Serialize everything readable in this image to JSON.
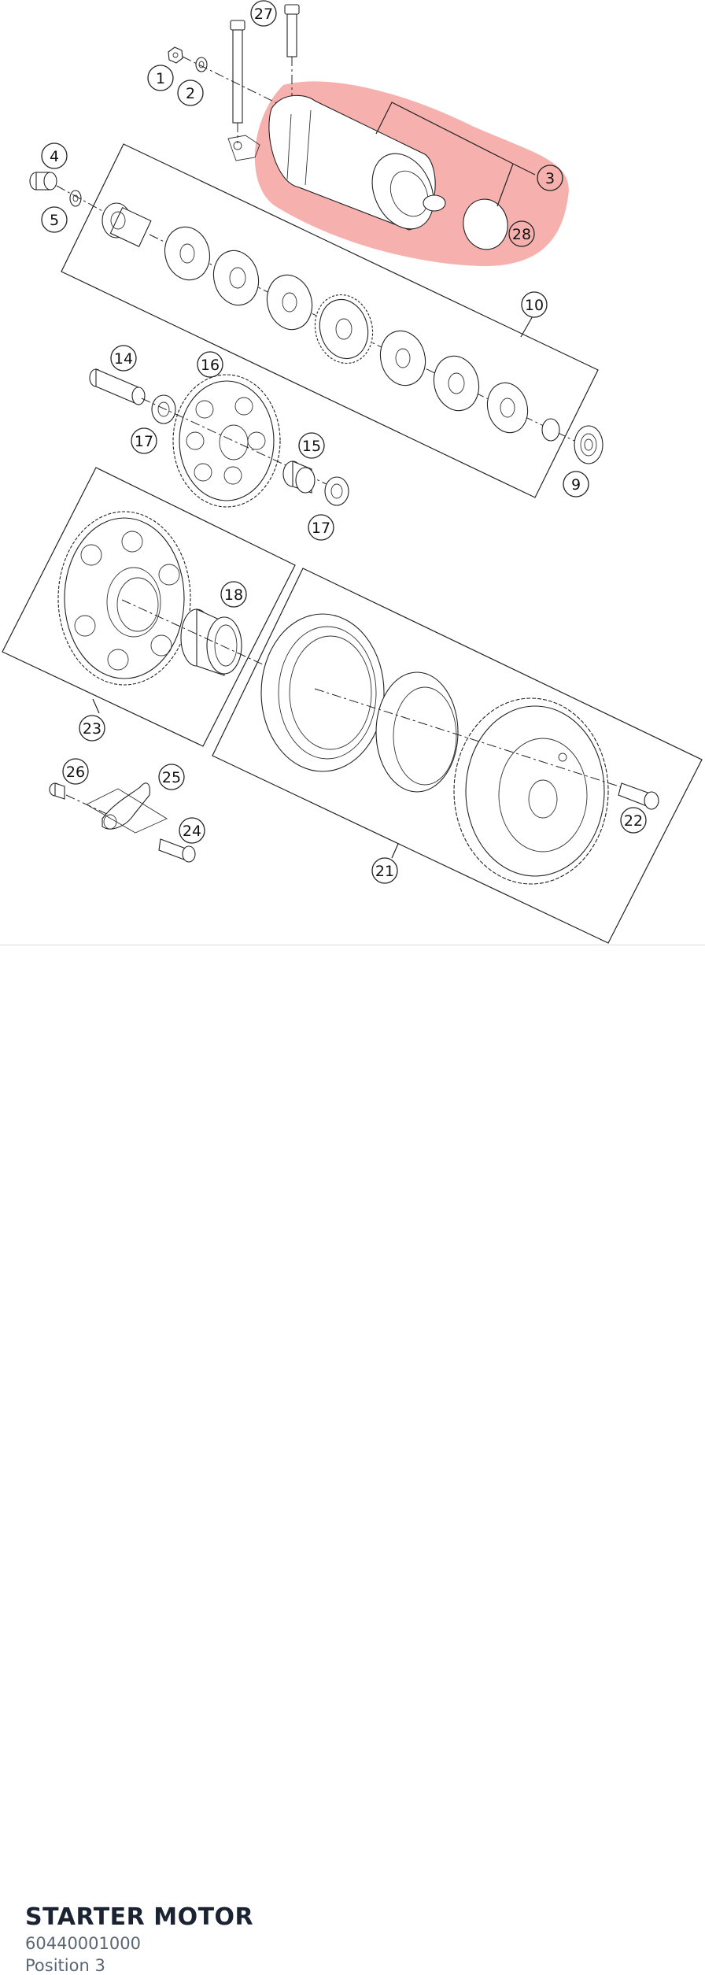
{
  "part": {
    "name": "STARTER MOTOR",
    "number": "60440001000",
    "position": "Position 3"
  },
  "highlight": {
    "color": "#f4a3a0",
    "callouts": [
      "3",
      "28"
    ]
  },
  "callouts": [
    {
      "id": "c1",
      "label": "1"
    },
    {
      "id": "c2",
      "label": "2"
    },
    {
      "id": "c27",
      "label": "27"
    },
    {
      "id": "c3",
      "label": "3"
    },
    {
      "id": "c28",
      "label": "28"
    },
    {
      "id": "c4",
      "label": "4"
    },
    {
      "id": "c5",
      "label": "5"
    },
    {
      "id": "c10",
      "label": "10"
    },
    {
      "id": "c14",
      "label": "14"
    },
    {
      "id": "c16",
      "label": "16"
    },
    {
      "id": "c17a",
      "label": "17"
    },
    {
      "id": "c15",
      "label": "15"
    },
    {
      "id": "c17b",
      "label": "17"
    },
    {
      "id": "c9",
      "label": "9"
    },
    {
      "id": "c18",
      "label": "18"
    },
    {
      "id": "c23",
      "label": "23"
    },
    {
      "id": "c26",
      "label": "26"
    },
    {
      "id": "c25",
      "label": "25"
    },
    {
      "id": "c24",
      "label": "24"
    },
    {
      "id": "c22",
      "label": "22"
    },
    {
      "id": "c21",
      "label": "21"
    }
  ]
}
